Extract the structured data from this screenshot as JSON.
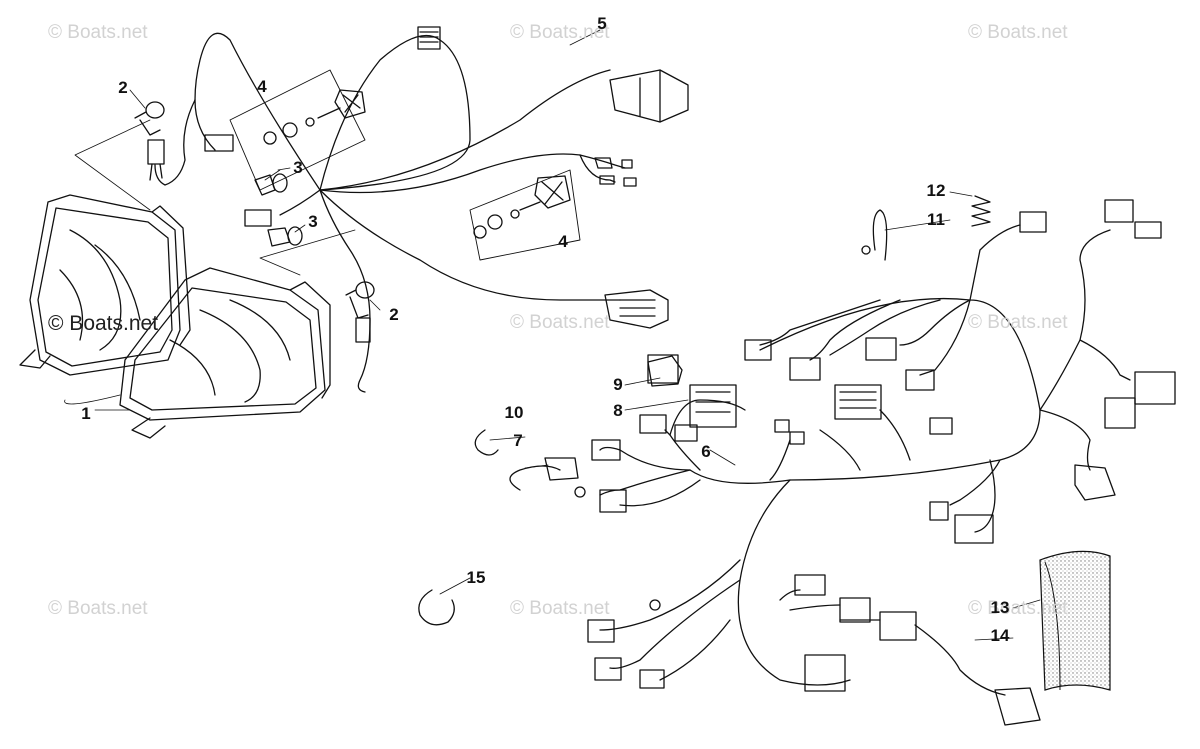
{
  "watermark": "© Boats.net",
  "callouts": [
    "1",
    "2",
    "2",
    "3",
    "3",
    "4",
    "4",
    "5",
    "6",
    "7",
    "8",
    "9",
    "10",
    "11",
    "12",
    "13",
    "14",
    "15"
  ],
  "colors": {
    "line": "#111111",
    "watermark": "#d2d2d2",
    "shade": "#8a8a8a"
  }
}
